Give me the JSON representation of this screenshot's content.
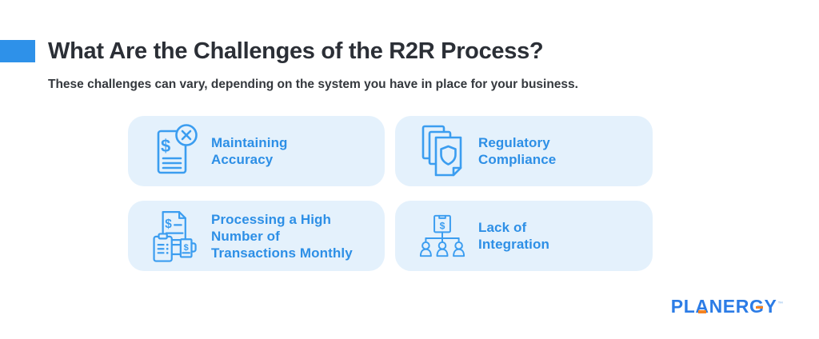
{
  "header": {
    "title": "What Are the Challenges of the R2R Process?",
    "subtitle": "These challenges can vary, depending on the system you have in place for your business."
  },
  "cards": [
    {
      "label": "Maintaining\nAccuracy",
      "icon": "invoice-error-icon"
    },
    {
      "label": "Regulatory\nCompliance",
      "icon": "documents-shield-icon"
    },
    {
      "label": "Processing a High\nNumber of\nTransactions Monthly",
      "icon": "invoice-calculator-receipt-icon"
    },
    {
      "label": "Lack of\nIntegration",
      "icon": "money-org-chart-icon"
    }
  ],
  "logo": {
    "text": "PLANERGY",
    "part1": "PL",
    "letter_a": "A",
    "part2": "NER",
    "letter_g": "G",
    "part3": "Y",
    "tm": "™"
  },
  "colors": {
    "accent_blue": "#2E91E9",
    "title": "#2B2F36",
    "card_background": "#E4F1FC",
    "card_text": "#2D8FE6",
    "icon_stroke": "#3B9DF0",
    "logo_blue": "#2C7CE6",
    "logo_orange": "#F58220"
  }
}
